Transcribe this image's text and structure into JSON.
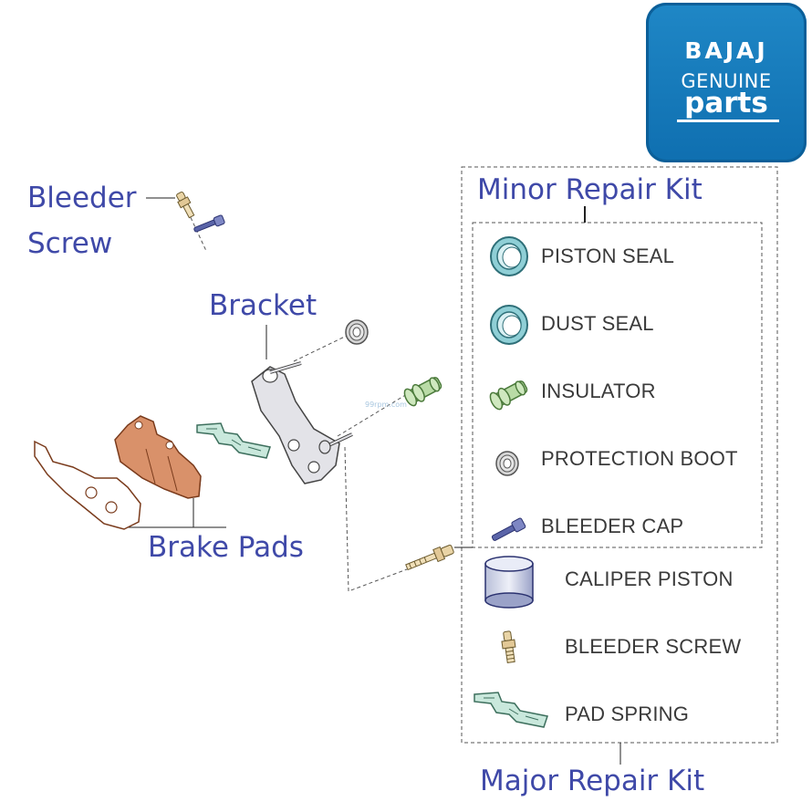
{
  "logo": {
    "brand": "BAJAJ",
    "line2": "GENUINE",
    "line3": "parts"
  },
  "callouts": {
    "bleeder_screw_line1": "Bleeder",
    "bleeder_screw_line2": "Screw",
    "bracket": "Bracket",
    "brake_pads": "Brake Pads",
    "minor_repair_kit": "Minor Repair Kit",
    "major_repair_kit": "Major Repair Kit"
  },
  "minor_kit_parts": [
    {
      "label": "PISTON SEAL",
      "icon": "piston-seal-icon"
    },
    {
      "label": "DUST SEAL",
      "icon": "dust-seal-icon"
    },
    {
      "label": "INSULATOR",
      "icon": "insulator-icon"
    },
    {
      "label": "PROTECTION BOOT",
      "icon": "protection-boot-icon"
    },
    {
      "label": "BLEEDER CAP",
      "icon": "bleeder-cap-icon"
    }
  ],
  "major_kit_parts": [
    {
      "label": "CALIPER PISTON",
      "icon": "caliper-piston-icon"
    },
    {
      "label": "BLEEDER SCREW",
      "icon": "bleeder-screw-icon"
    },
    {
      "label": "PAD SPRING",
      "icon": "pad-spring-icon"
    }
  ],
  "watermark": "99rpm.com",
  "colors": {
    "callout_text": "#3f49a8",
    "part_text": "#3a3a3a",
    "logo_blue": "#1a7fc1",
    "seal_teal": "#8fcfd6",
    "insulator_green": "#b9dba6",
    "pad_copper": "#d9916a",
    "bleeder_cap_blue": "#5a64a8"
  }
}
